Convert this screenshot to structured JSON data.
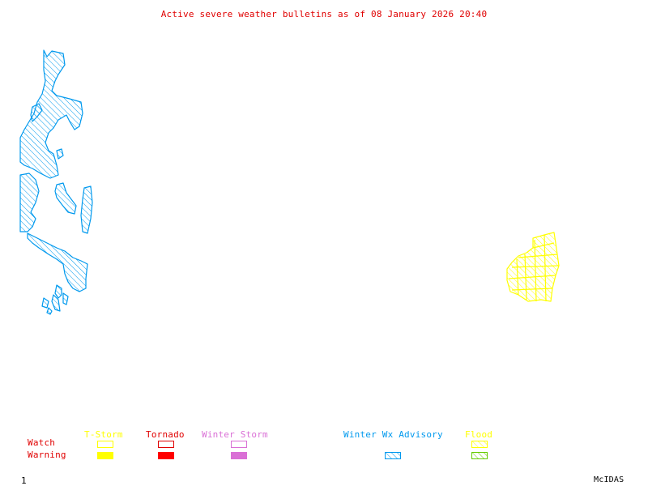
{
  "title": "Active severe weather bulletins as of 08 January 2026 20:40",
  "footer": {
    "frame_number": "1",
    "software": "McIDAS"
  },
  "legend": {
    "row_labels": {
      "watch": "Watch",
      "warning": "Warning"
    },
    "categories": [
      {
        "name": "T-Storm",
        "color": "#ffff00",
        "watch": {
          "style": "outline",
          "color": "#ffff00"
        },
        "warning": {
          "style": "solid",
          "color": "#ffff00"
        }
      },
      {
        "name": "Tornado",
        "color": "#e00000",
        "watch": {
          "style": "outline",
          "color": "#e00000"
        },
        "warning": {
          "style": "solid",
          "color": "#ff0000"
        }
      },
      {
        "name": "Winter Storm",
        "color": "#da70d6",
        "watch": {
          "style": "outline",
          "color": "#da70d6"
        },
        "warning": {
          "style": "solid",
          "color": "#da70d6"
        }
      },
      {
        "name": "Winter Wx Advisory",
        "color": "#0099ee",
        "watch": null,
        "warning": {
          "style": "hatched",
          "color": "#0099ee"
        }
      },
      {
        "name": "Flood",
        "color": "#ffff00",
        "watch": {
          "style": "hatched",
          "color": "#ffff00"
        },
        "warning": {
          "style": "hatched",
          "color": "#66cc00"
        }
      }
    ],
    "label_color": "#e00000"
  },
  "map_regions": [
    {
      "type": "Winter Wx Advisory",
      "style": "hatched",
      "color": "#0099ee",
      "location": "west edge"
    },
    {
      "type": "Flood Watch",
      "style": "hatched",
      "color": "#ffff00",
      "location": "east-central"
    }
  ]
}
